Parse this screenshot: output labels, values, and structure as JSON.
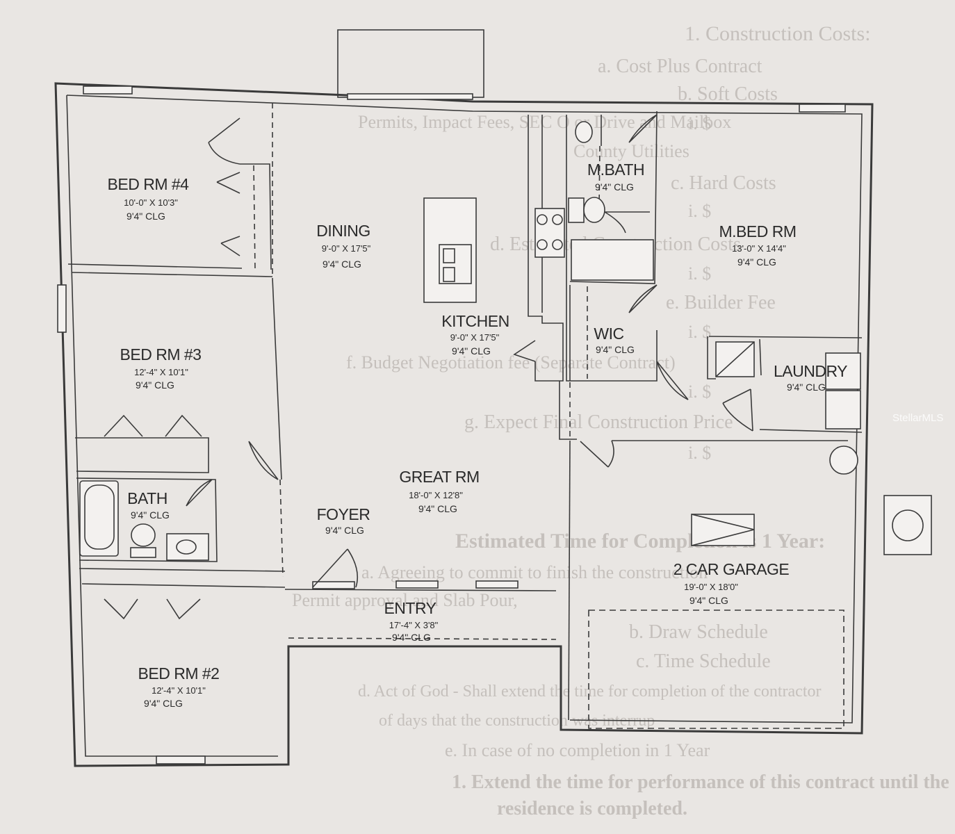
{
  "rooms": {
    "bed4": {
      "name": "BED RM #4",
      "dims": "10'-0\" X 10'3\"",
      "clg": "9'4\" CLG"
    },
    "dining": {
      "name": "DINING",
      "dims": "9'-0\" X 17'5\"",
      "clg": "9'4\" CLG"
    },
    "mbath": {
      "name": "M.BATH",
      "clg": "9'4\" CLG"
    },
    "mbed": {
      "name": "M.BED RM",
      "dims": "13'-0\" X 14'4\"",
      "clg": "9'4\" CLG"
    },
    "bed3": {
      "name": "BED RM #3",
      "dims": "12'-4\" X 10'1\"",
      "clg": "9'4\" CLG"
    },
    "kitchen": {
      "name": "KITCHEN",
      "dims": "9'-0\" X 17'5\"",
      "clg": "9'4\" CLG"
    },
    "wic": {
      "name": "WIC",
      "clg": "9'4\" CLG"
    },
    "laundry": {
      "name": "LAUNDRY",
      "clg": "9'4\" CLG"
    },
    "great": {
      "name": "GREAT RM",
      "dims": "18'-0\" X 12'8\"",
      "clg": "9'4\" CLG"
    },
    "bath": {
      "name": "BATH",
      "clg": "9'4\" CLG"
    },
    "foyer": {
      "name": "FOYER",
      "clg": "9'4\" CLG"
    },
    "garage": {
      "name": "2 CAR GARAGE",
      "dims": "19'-0\" X 18'0\"",
      "clg": "9'4\" CLG"
    },
    "entry": {
      "name": "ENTRY",
      "dims": "17'-4\" X 3'8\"",
      "clg": "9'4\" CLG"
    },
    "bed2": {
      "name": "BED RM #2",
      "dims": "12'-4\" X 10'1\"",
      "clg": "9'4\" CLG"
    }
  },
  "background_text": {
    "lines": [
      "1.  Construction Costs:",
      "a.  Cost Plus Contract",
      "b.  Soft Costs",
      "Permits, Impact Fees, SEC O or Drive and Mailbox",
      "i.  $",
      "County Utilities",
      "c.  Hard Costs",
      "i.  $",
      "d.  Estimated Construction Costs",
      "i.  $",
      "e.  Builder Fee",
      "i.  $",
      "f.  Budget Negotiation fee (Separate Contract)",
      "i.  $",
      "g.  Expect Final Construction Price",
      "i.  $",
      "Estimated Time for Completion is 1 Year:",
      "a.  Agreeing to commit to finish the construction",
      "Permit approval and Slab Pour,",
      "b.  Draw Schedule",
      "c.  Time Schedule",
      "d.  Act of God - Shall extend the time for completion of the contractor",
      "of days that the construction was interrup",
      "e.  In case of no completion in 1 Year",
      "1.  Extend the time for performance of this contract until the",
      "residence is completed."
    ]
  },
  "watermark": "StellarMLS"
}
